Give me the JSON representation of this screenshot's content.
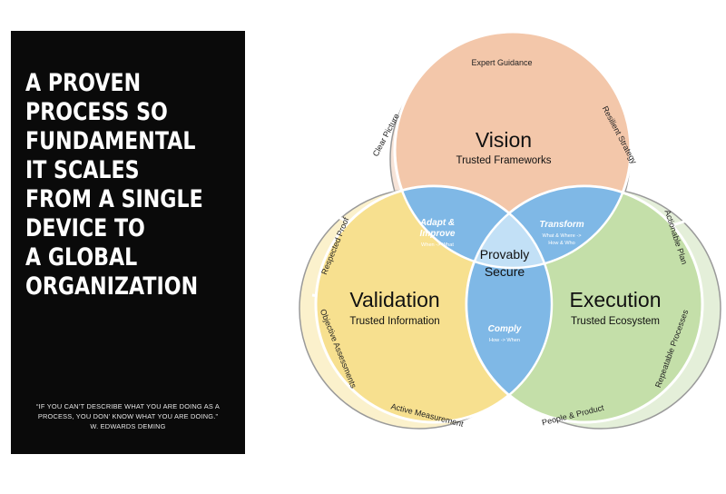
{
  "left_panel": {
    "headline_lines": [
      "A PROVEN",
      "PROCESS SO",
      "FUNDAMENTAL",
      "IT SCALES",
      "FROM A SINGLE",
      "DEVICE TO",
      "A GLOBAL",
      "ORGANIZATION"
    ],
    "quote_line1": "“IF YOU CAN’T DESCRIBE WHAT YOU ARE DOING AS A",
    "quote_line2": "PROCESS, YOU DON’ KNOW WHAT YOU ARE DOING.”",
    "quote_author": "W. EDWARDS DEMING"
  },
  "diagram": {
    "vision": {
      "title": "Vision",
      "subtitle": "Trusted Frameworks"
    },
    "validation": {
      "title": "Validation",
      "subtitle": "Trusted Information"
    },
    "execution": {
      "title": "Execution",
      "subtitle": "Trusted Ecosystem"
    },
    "center": {
      "line1": "Provably",
      "line2": "Secure"
    },
    "lens_adapt": {
      "line1": "Adapt &",
      "line2": "Improve",
      "sub": "When -> What"
    },
    "lens_transform": {
      "line1": "Transform",
      "sub1": "What & Where ->",
      "sub2": "How & Who"
    },
    "lens_comply": {
      "line1": "Comply",
      "sub": "How -> When"
    },
    "ring": {
      "expert_guidance": "Expert Guidance",
      "clear_picture": "Clear Picture",
      "resilient_strategy": "Resilient Strategy",
      "respected_proof": "Respected Proof",
      "objective_assessments": "Objective Assessments",
      "active_measurement": "Active Measurement",
      "actionable_plan": "Actionable Plan",
      "repeatable_processes": "Repeatable Processes",
      "people_product": "People & Product"
    },
    "colors": {
      "vision_outer": "#f7e4d8",
      "vision_inner": "#f3c7aa",
      "validation_outer": "#fbf1cc",
      "validation_inner": "#f7e08f",
      "execution_outer": "#e4efd9",
      "execution_inner": "#c4dfa9",
      "lens": "#7fb8e6",
      "center": "#c2e0f6",
      "outline": "#8a8a8a"
    }
  }
}
